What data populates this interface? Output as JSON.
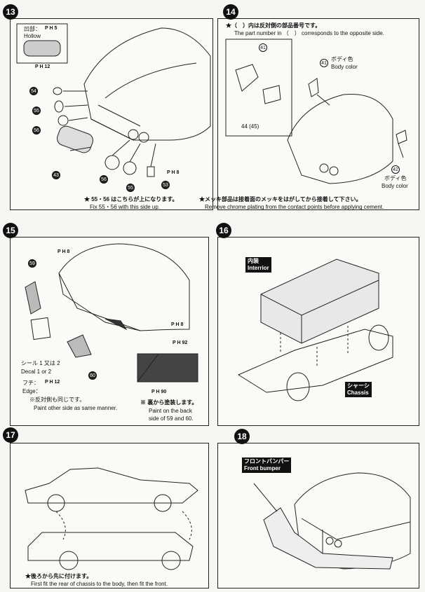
{
  "steps": [
    {
      "number": "13",
      "hollow_label": "凹部：",
      "hollow_en": "Hollow",
      "ph5": "P H 5",
      "ph12": "P H 12",
      "ph8": "P H 8",
      "parts": [
        "54",
        "55",
        "56",
        "43",
        "56",
        "55",
        "53"
      ],
      "note_jp": "★ 55・56 はこちらが上になります。",
      "note_en": "Fix 55・56 with this side up."
    },
    {
      "number": "14",
      "note_jp": "★（　）内は反対側の部品番号です。",
      "note_en": "The part number in （　） corresponds to the opposite side.",
      "p41": "41",
      "p44_45": "44 (45)",
      "body_color_jp": "ボディ色",
      "body_color_en": "Body color",
      "p42": "42",
      "chrome_jp": "★メッキ部品は接着面のメッキをはがしてから接着して下さい。",
      "chrome_en": "Remove chrome plating from the contact points before applying cement."
    },
    {
      "number": "15",
      "ph8a": "P H 8",
      "ph8b": "P H 8",
      "ph92": "P H 92",
      "ph90": "P H 90",
      "p59": "59",
      "p60": "60",
      "seal_jp": "シール 1 又は 2",
      "decal_en": "Decal 1 or 2",
      "edge_jp": "フチ：",
      "edge_en": "Edge：",
      "edge_ph": "P H 12",
      "other_jp": "※反対側も同じです。",
      "other_en": "Paint other side as same manner.",
      "back_jp": "※ 裏から塗装します。",
      "back_en1": "Paint on the back",
      "back_en2": "side of 59 and 60."
    },
    {
      "number": "16",
      "interior_jp": "内装",
      "interior_en": "Interrior",
      "chassis_jp": "シャーシ",
      "chassis_en": "Chassis"
    },
    {
      "number": "17",
      "note_jp": "★後ろから先に付けます。",
      "note_en": "First fit the rear of chassis to the body, then fit the front."
    },
    {
      "number": "18",
      "bumper_jp": "フロントバンパー",
      "bumper_en": "Front bumper"
    }
  ]
}
